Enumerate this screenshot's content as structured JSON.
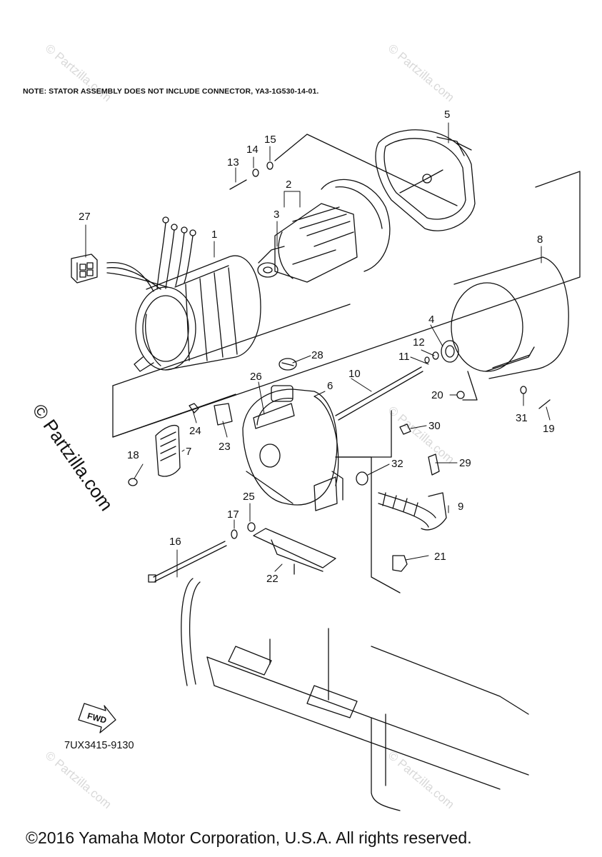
{
  "note": "NOTE: STATOR ASSEMBLY DOES NOT INCLUDE CONNECTOR, YA3-1G530-14-01.",
  "part_code": "7UX3415-9130",
  "copyright": "©2016 Yamaha Motor Corporation, U.S.A. All rights reserved.",
  "fwd_label": "FWD",
  "watermark_small": "© Partzilla.com",
  "watermark_large": "© Partzilla.com",
  "callouts": [
    "1",
    "2",
    "3",
    "4",
    "5",
    "6",
    "7",
    "8",
    "9",
    "10",
    "11",
    "12",
    "13",
    "14",
    "15",
    "16",
    "17",
    "18",
    "19",
    "20",
    "21",
    "22",
    "23",
    "24",
    "25",
    "26",
    "27",
    "28",
    "29",
    "30",
    "31",
    "32"
  ],
  "colors": {
    "line": "#111111",
    "watermark": "#d9d9d9"
  }
}
